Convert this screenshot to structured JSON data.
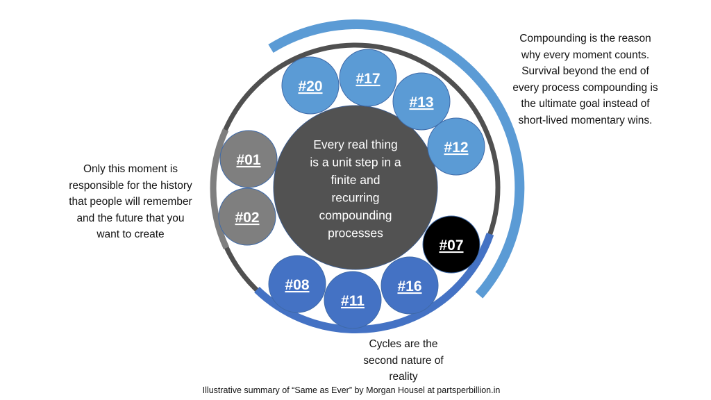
{
  "center": {
    "lines": [
      "Every real thing",
      "is a unit step in a",
      "finite and",
      "recurring",
      "compounding",
      "processes"
    ]
  },
  "nodes": [
    {
      "label": "#20",
      "group": "light"
    },
    {
      "label": "#17",
      "group": "light"
    },
    {
      "label": "#13",
      "group": "light"
    },
    {
      "label": "#12",
      "group": "light"
    },
    {
      "label": "#07",
      "group": "black"
    },
    {
      "label": "#16",
      "group": "dark"
    },
    {
      "label": "#11",
      "group": "dark"
    },
    {
      "label": "#08",
      "group": "dark"
    },
    {
      "label": "#02",
      "group": "gray"
    },
    {
      "label": "#01",
      "group": "gray"
    }
  ],
  "notes": {
    "right": [
      "Compounding is the reason",
      "why every moment counts.",
      "Survival beyond the end of",
      "every process compounding is",
      "the ultimate goal instead of",
      "short-lived momentary wins."
    ],
    "left": [
      "Only this moment is",
      "responsible for the history",
      "that people will remember",
      "and the future that you",
      "want to create"
    ],
    "bottom": [
      "Cycles are the",
      "second nature of",
      "reality"
    ]
  },
  "caption": "Illustrative summary of “Same as Ever” by Morgan Housel at partsperbillion.in",
  "colors": {
    "light": "#5B9BD5",
    "dark": "#4472C4",
    "gray": "#7F7F7F",
    "black": "#000000",
    "ring": "#505050",
    "center": "#525252"
  }
}
